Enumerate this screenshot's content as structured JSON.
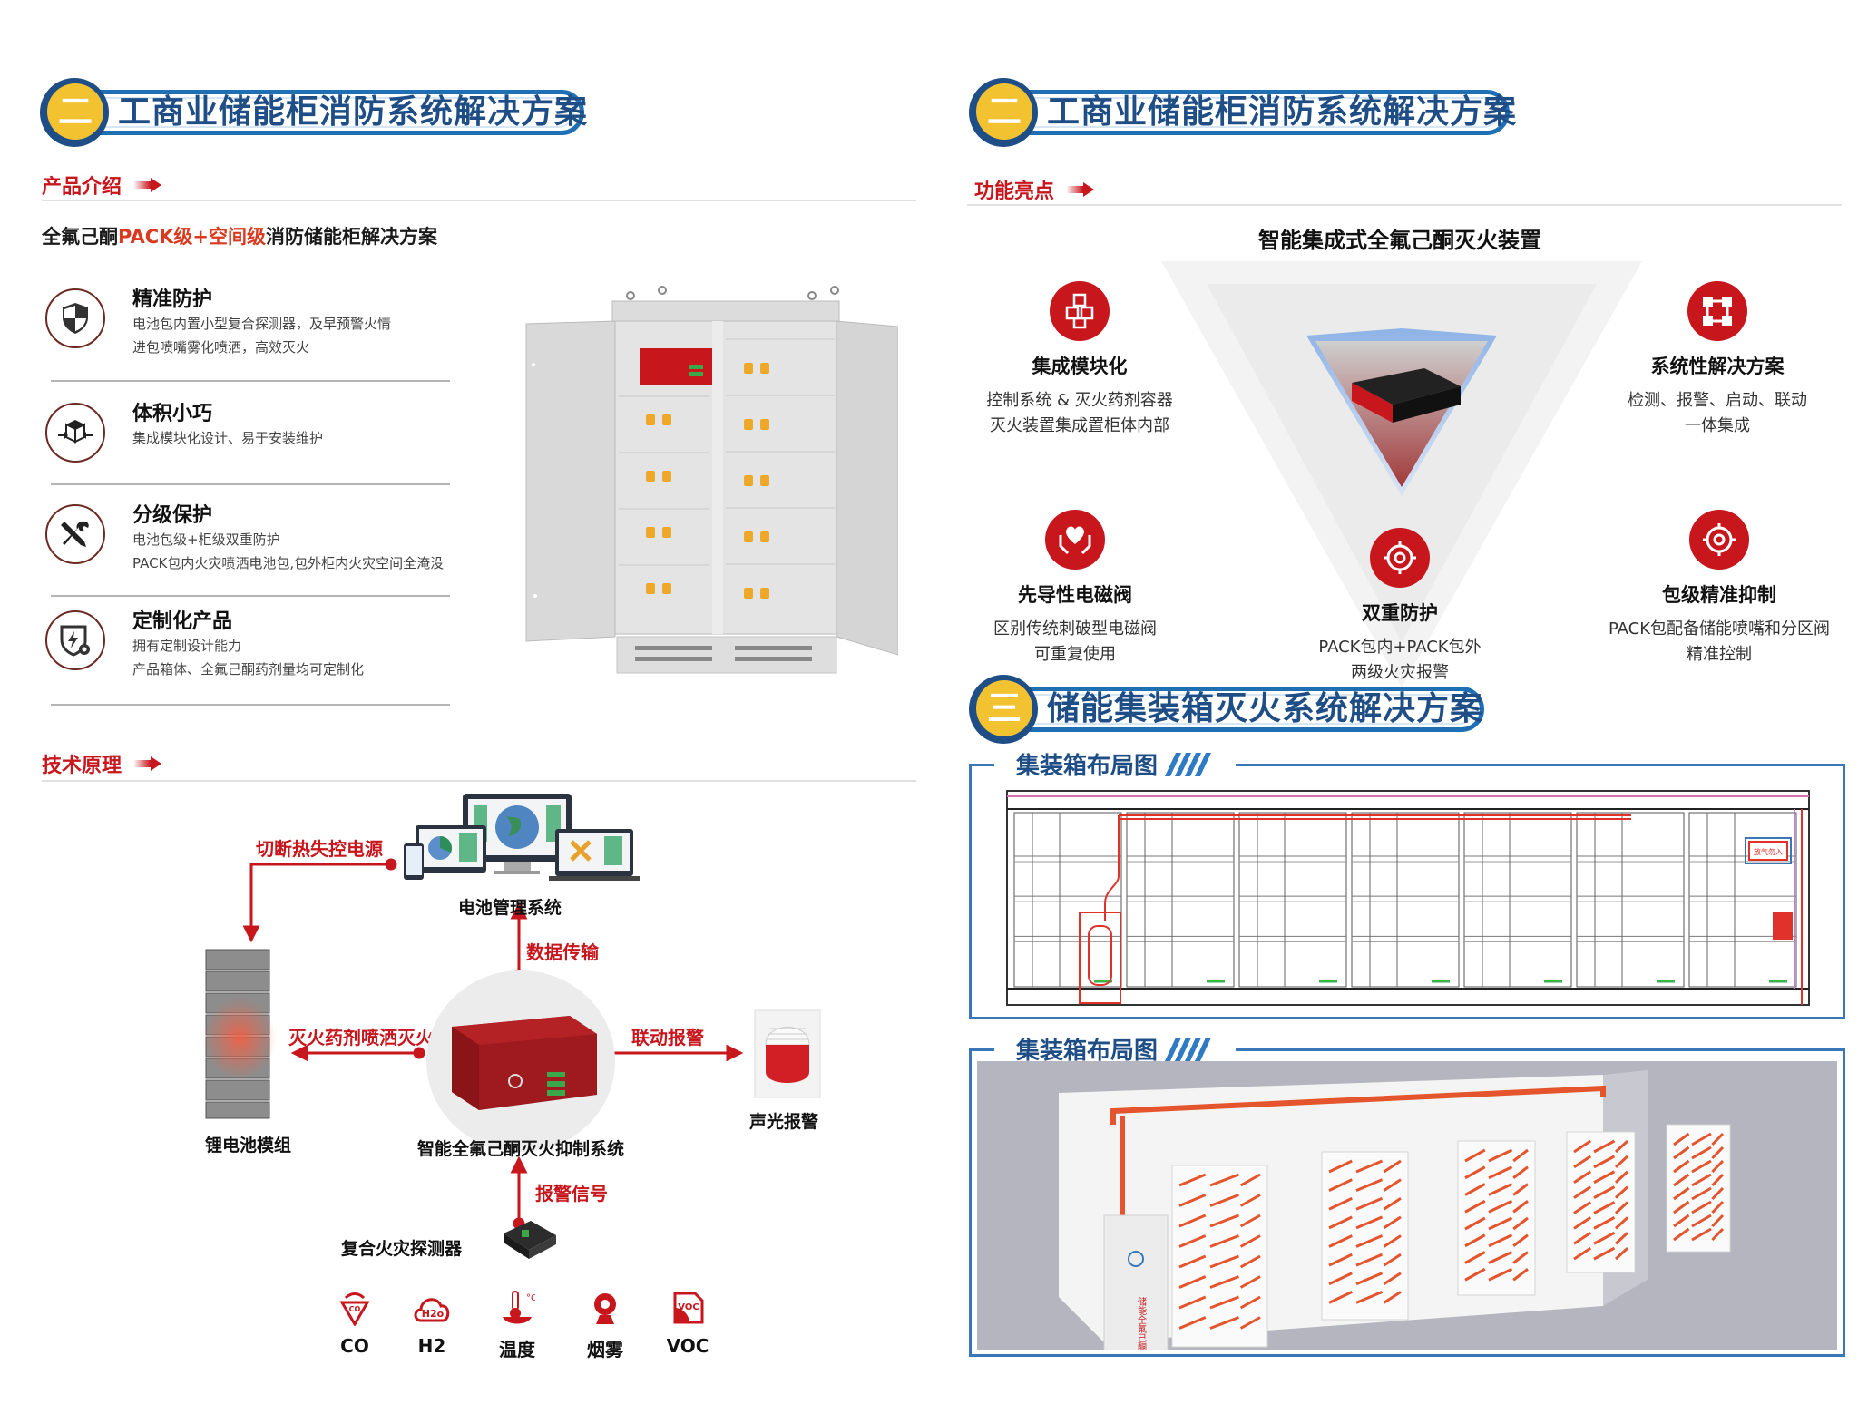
{
  "left": {
    "banner": {
      "number": "二",
      "title": "工商业储能柜消防系统解决方案"
    },
    "product_intro": {
      "heading": "产品介绍",
      "subtitle_parts": [
        {
          "text": "全氟己酮",
          "highlight": false
        },
        {
          "text": "PACK级+空间级",
          "highlight": true
        },
        {
          "text": "消防储能柜解决方案",
          "highlight": false
        }
      ],
      "features": [
        {
          "icon": "shield-icon",
          "title": "精准防护",
          "lines": [
            "电池包内置小型复合探测器，及早预警火情",
            "进包喷嘴雾化喷洒，高效灭火"
          ]
        },
        {
          "icon": "cube-compress-icon",
          "title": "体积小巧",
          "lines": [
            "集成模块化设计、易于安装维护"
          ]
        },
        {
          "icon": "tools-icon",
          "title": "分级保护",
          "lines": [
            "电池包级+柜级双重防护",
            "PACK包内火灾喷洒电池包,包外柜内火灾空间全淹没"
          ]
        },
        {
          "icon": "shield-bolt-icon",
          "title": "定制化产品",
          "lines": [
            "拥有定制设计能力",
            "产品箱体、全氟己酮药剂量均可定制化"
          ]
        }
      ]
    },
    "tech": {
      "heading": "技术原理",
      "nodes": {
        "bms": "电池管理系统",
        "battery": "锂电池模组",
        "controller": "智能全氟己酮灭火抑制系统",
        "alarm": "声光报警",
        "detector": "复合火灾探测器"
      },
      "links": {
        "cut_power": "切断热失控电源",
        "data": "数据传输",
        "spray": "灭火药剂喷洒灭火",
        "linkage": "联动报警",
        "signal": "报警信号"
      },
      "sensors": [
        {
          "icon": "co-icon",
          "label": "CO"
        },
        {
          "icon": "h2-icon",
          "label": "H2"
        },
        {
          "icon": "thermometer-icon",
          "label": "温度"
        },
        {
          "icon": "smoke-icon",
          "label": "烟雾"
        },
        {
          "icon": "voc-icon",
          "label": "VOC"
        }
      ]
    }
  },
  "right": {
    "banner": {
      "number": "二",
      "title": "工商业储能柜消防系统解决方案"
    },
    "highlights": {
      "heading": "功能亮点",
      "center_title": "智能集成式全氟己酮灭火装置",
      "items": [
        {
          "icon": "modular-blocks-icon",
          "title": "集成模块化",
          "lines": [
            "控制系统 & 灭火药剂容器",
            "灭火装置集成置柜体内部"
          ]
        },
        {
          "icon": "system-network-icon",
          "title": "系统性解决方案",
          "lines": [
            "检测、报警、启动、联动",
            "一体集成"
          ]
        },
        {
          "icon": "heart-hands-icon",
          "title": "先导性电磁阀",
          "lines": [
            "区别传统刺破型电磁阀",
            "可重复使用"
          ]
        },
        {
          "icon": "target-ring-icon",
          "title": "双重防护",
          "lines": [
            "PACK包内+PACK包外",
            "两级火灾报警"
          ]
        },
        {
          "icon": "target-ring-icon",
          "title": "包级精准抑制",
          "lines": [
            "PACK包配备储能喷嘴和分区阀",
            "精准控制"
          ]
        }
      ]
    },
    "banner3": {
      "number": "三",
      "title": "储能集装箱灭火系统解决方案"
    },
    "layout_boxes": [
      {
        "title": "集装箱布局图",
        "cad_sign": "放气勿入"
      },
      {
        "title": "集装箱布局图",
        "cabinet_text": "储能全氟己酮"
      }
    ]
  },
  "colors": {
    "brand_red": "#c8161d",
    "brand_blue": "#1f4e86",
    "accent_yellow": "#f2c230",
    "box_blue": "#3a77b8"
  }
}
